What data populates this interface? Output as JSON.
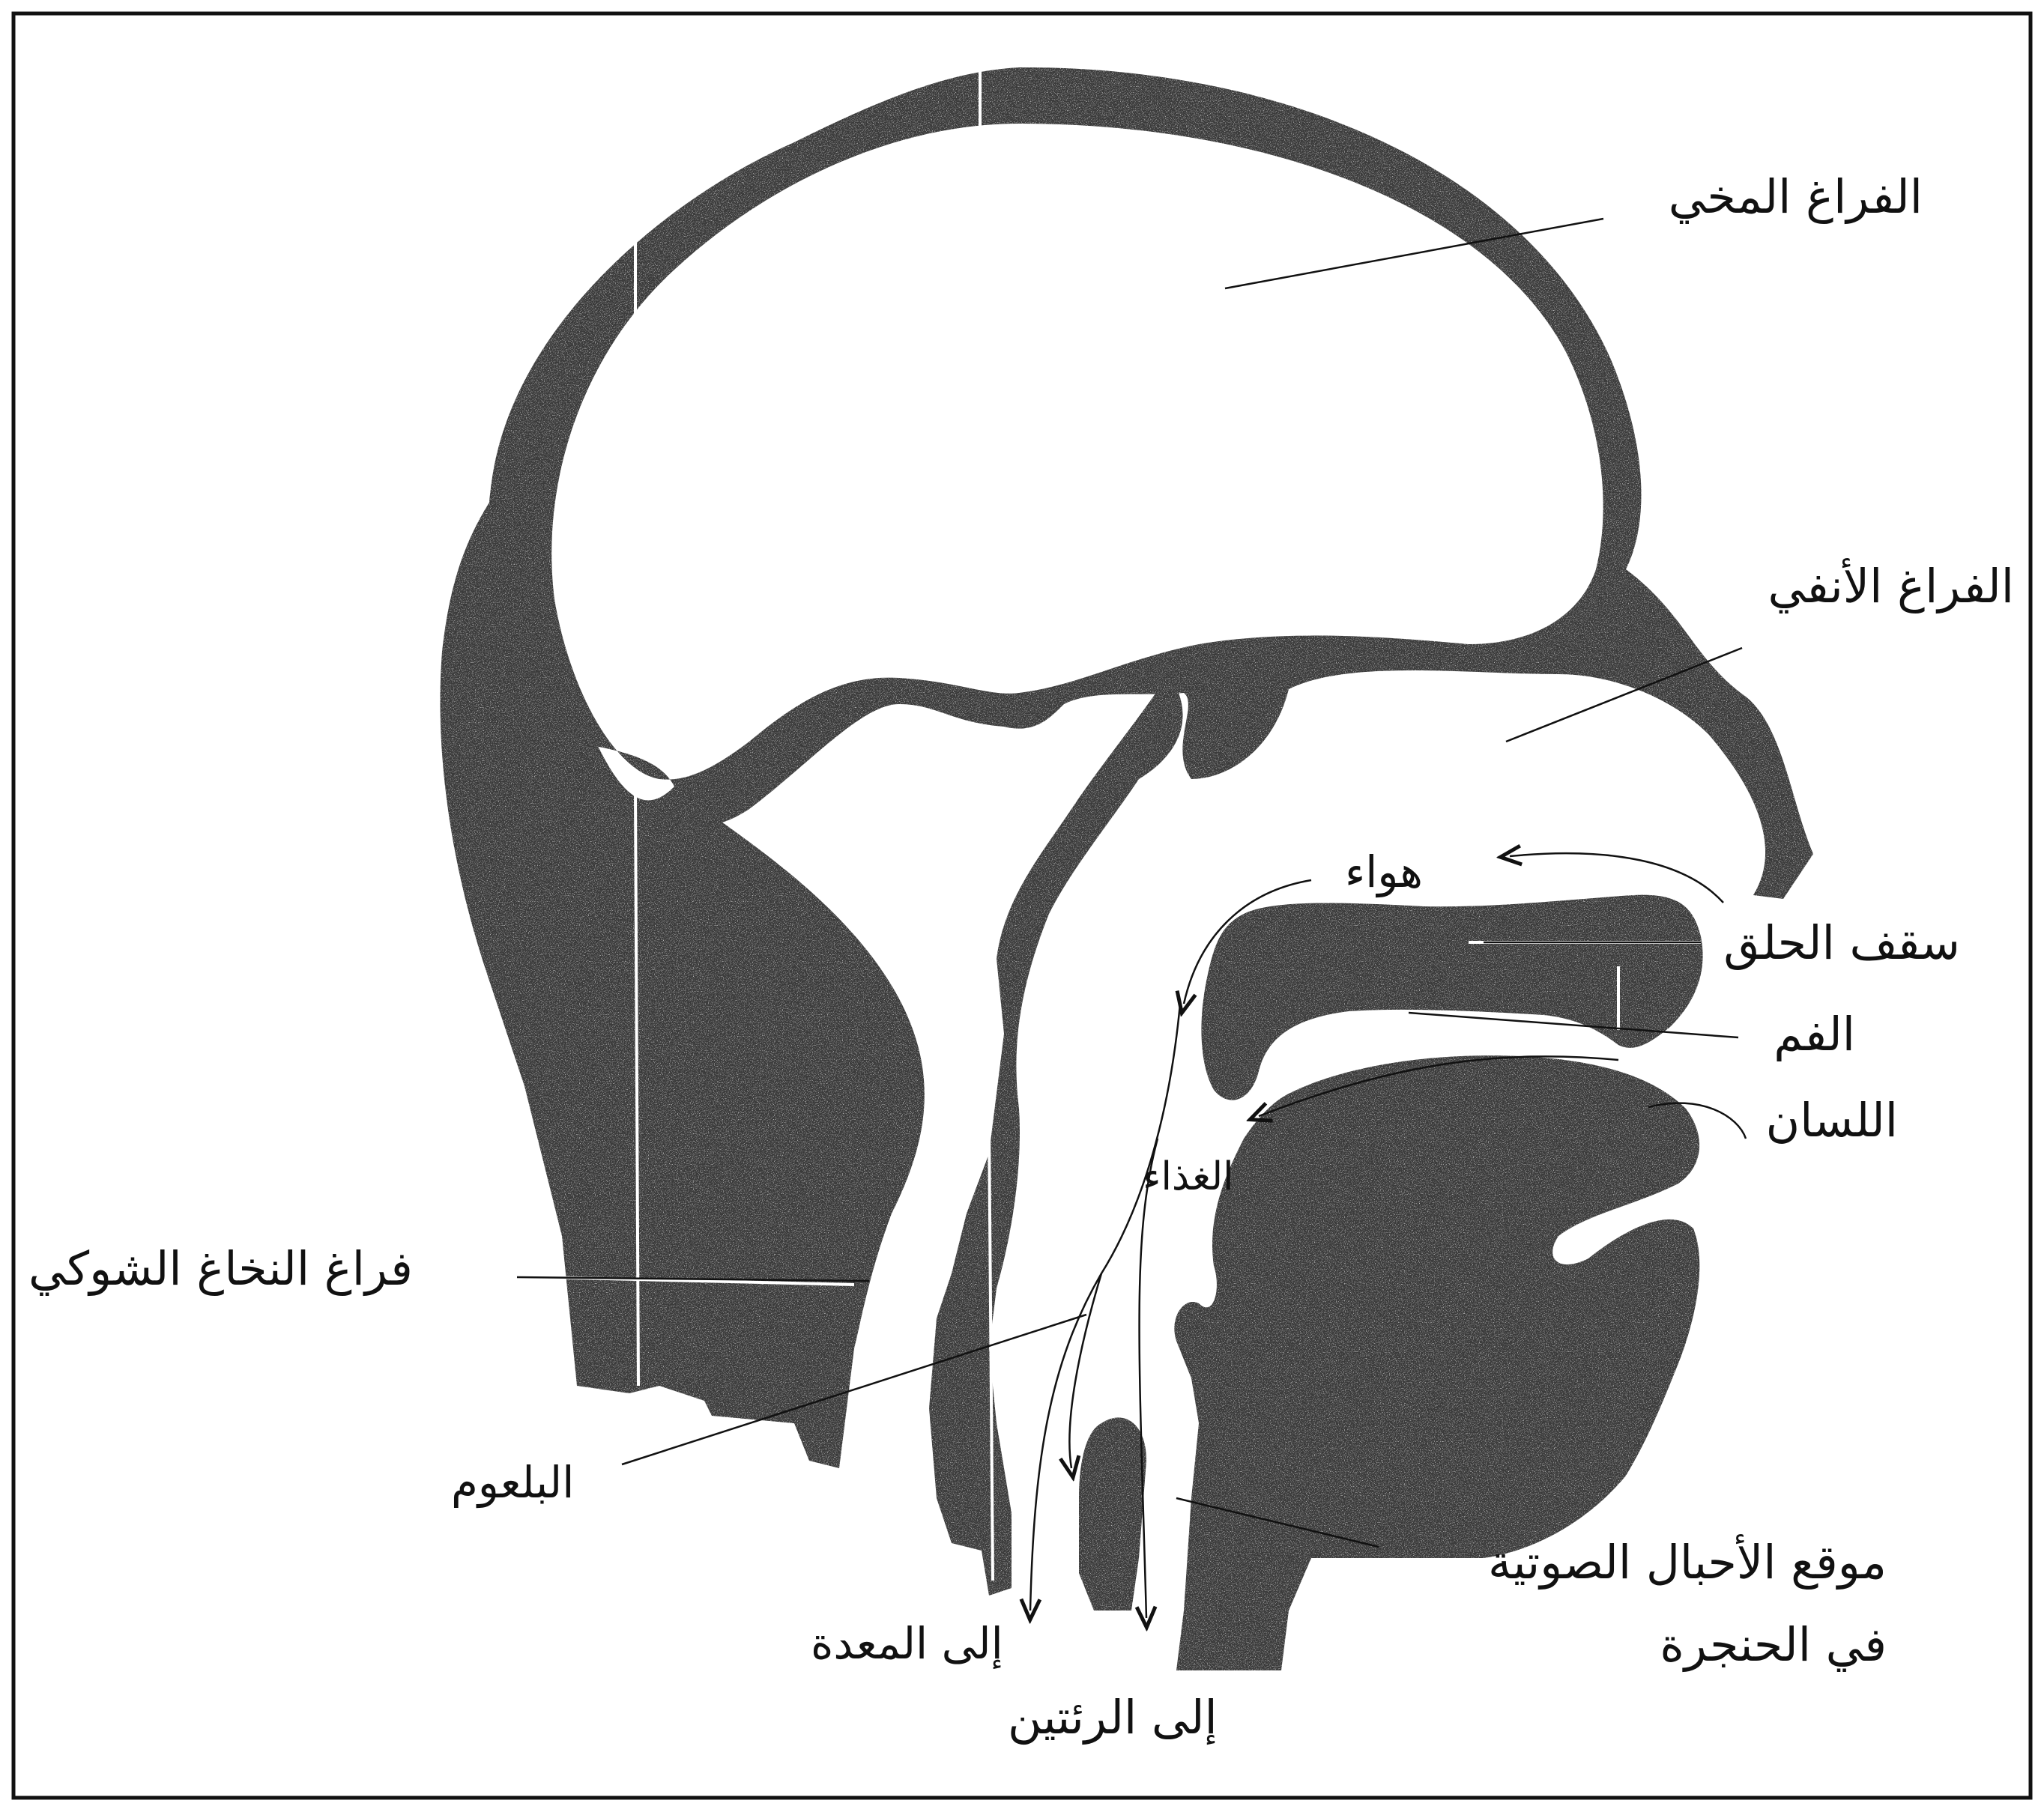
{
  "labels": {
    "brain_cavity": "الفراغ المخي",
    "nasal_cavity": "الفراغ الأنفي",
    "air": "هواء",
    "palate": "سقف الحلق",
    "mouth": "الفم",
    "tongue": "اللسان",
    "food": "الغذاء",
    "spinal_cavity": "فراغ النخاغ الشوكي",
    "pharynx": "البلعوم",
    "vocal_cords_line1": "موقع الأحبال الصوتية",
    "vocal_cords_line2": "في الحنجرة",
    "to_stomach": "إلى المعدة",
    "to_lungs": "إلى الرئتين"
  },
  "colors": {
    "tissue": "#3a3a3a",
    "line": "#111111",
    "background": "#ffffff"
  }
}
